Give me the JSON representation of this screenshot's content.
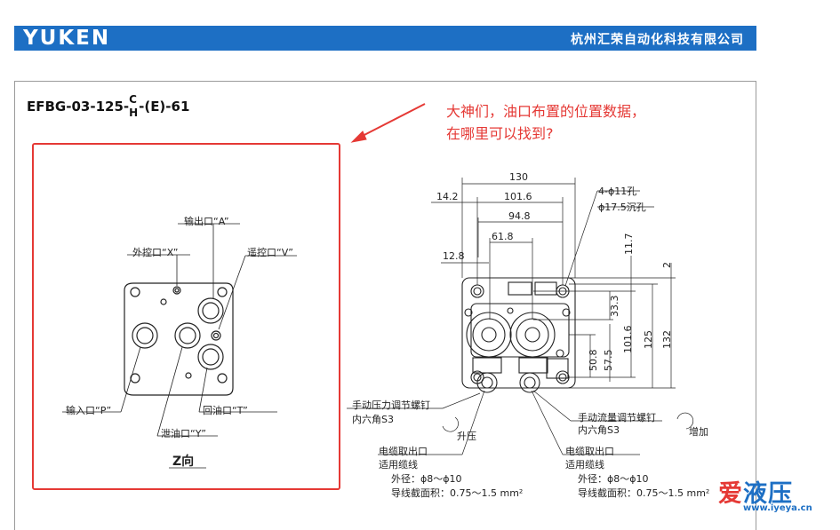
{
  "header": {
    "logo": "YUKEN",
    "company": "杭州汇荣自动化科技有限公司"
  },
  "title": {
    "prefix": "EFBG-03-125-",
    "stack_top": "C",
    "stack_bottom": "H",
    "suffix": "-(E)-61"
  },
  "question": {
    "line1": "大神们，油口布置的位置数据，",
    "line2": "在哪里可以找到?"
  },
  "z_view": {
    "ports": {
      "a": "输出口“A”",
      "x": "外控口“X”",
      "v": "遥控口“V”",
      "p": "输入口“P”",
      "t": "回油口“T”",
      "y": "泄油口“Y”"
    },
    "caption": "Z向"
  },
  "dimensions": {
    "d130": "130",
    "d14_2": "14.2",
    "d101_6": "101.6",
    "d94_8": "94.8",
    "d61_8": "61.8",
    "d12_8": "12.8",
    "d11_7": "11.7",
    "d2": "2",
    "d33_3": "33.3",
    "d101_6v": "101.6",
    "d125": "125",
    "d132": "132",
    "d50_8": "50.8",
    "d57_5": "57.5",
    "holes1": "4-ϕ11孔",
    "holes2": "ϕ17.5沉孔"
  },
  "annotations": {
    "pressure_screw": "手动压力调节螺钉",
    "pressure_hex": "内六角S3",
    "raise": "升压",
    "flow_screw": "手动流量调节螺钉",
    "flow_hex": "内六角S3",
    "increase": "增加",
    "cable_left_1": "电缆取出口",
    "cable_left_2": "适用缆线",
    "cable_left_3": "外径：ϕ8～ϕ10",
    "cable_left_4": "导线截面积：0.75～1.5 mm²",
    "cable_right_1": "电缆取出口",
    "cable_right_2": "适用缆线",
    "cable_right_3": "外径：ϕ8～ϕ10",
    "cable_right_4": "导线截面积：0.75～1.5 mm²"
  },
  "watermark": {
    "cn_a": "爱",
    "cn_b": "液压",
    "url": "www.iyeya.cn"
  },
  "colors": {
    "header_blue": "#1d6fc4",
    "highlight_red": "#e53935"
  }
}
